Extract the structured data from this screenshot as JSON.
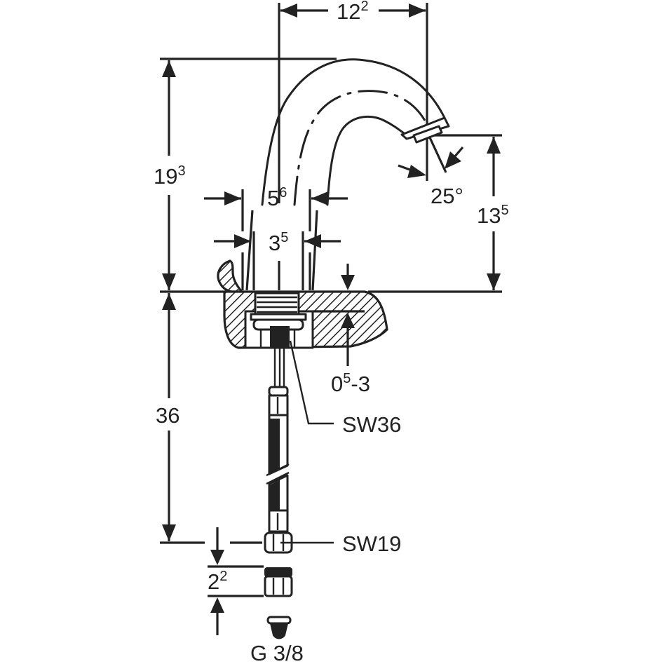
{
  "drawing": {
    "title": "Basin tap dimension drawing",
    "colors": {
      "ink": "#222222",
      "background": "#ffffff"
    },
    "dimensions": {
      "spout_reach": {
        "main": "12",
        "sup": "2"
      },
      "total_height": {
        "main": "19",
        "sup": "3"
      },
      "spout_outlet_height": {
        "main": "13",
        "sup": "5"
      },
      "body_diameter": {
        "main": "5",
        "sup": "6"
      },
      "tap_hole_diameter": {
        "main": "3",
        "sup": "5"
      },
      "outlet_angle": {
        "text": "25°"
      },
      "connection_hose_length": {
        "text": "36"
      },
      "deck_thickness": {
        "main": "0",
        "sup": "5",
        "suffix": "-3"
      },
      "fitting_length": {
        "main": "2",
        "sup": "2"
      }
    },
    "callouts": {
      "nut_sw36": "SW36",
      "nut_sw19": "SW19",
      "thread_size": "G 3/8"
    }
  }
}
